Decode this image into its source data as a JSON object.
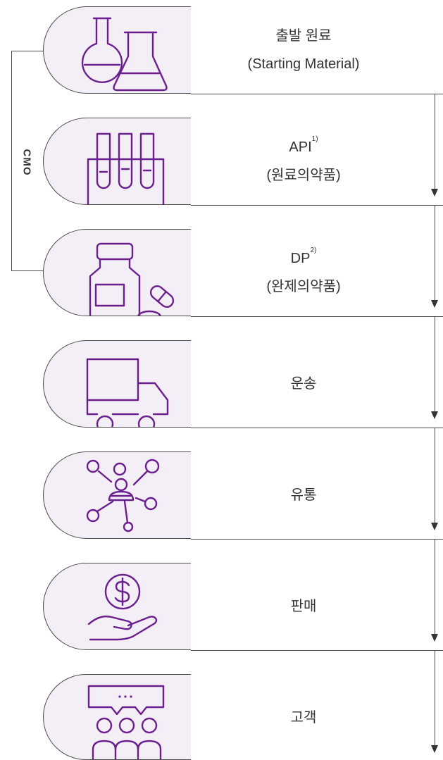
{
  "side_label": "CMO",
  "steps": [
    {
      "line1": "출발 원료",
      "line2": "(Starting Material)",
      "sup": "",
      "icon": "flask-icon"
    },
    {
      "line1": "API",
      "line2": "(원료의약품)",
      "sup": "1)",
      "icon": "test-tubes-icon"
    },
    {
      "line1": "DP",
      "line2": "(완제의약품)",
      "sup": "2)",
      "icon": "medicine-bottle-icon"
    },
    {
      "line1": "운송",
      "line2": "",
      "sup": "",
      "icon": "truck-icon"
    },
    {
      "line1": "유통",
      "line2": "",
      "sup": "",
      "icon": "network-icon"
    },
    {
      "line1": "판매",
      "line2": "",
      "sup": "",
      "icon": "dollar-hand-icon"
    },
    {
      "line1": "고객",
      "line2": "",
      "sup": "",
      "icon": "customers-icon"
    }
  ],
  "colors": {
    "accent": "#6b1f8f",
    "pill_bg": "#f4eff7",
    "line": "#4a4a4a"
  }
}
